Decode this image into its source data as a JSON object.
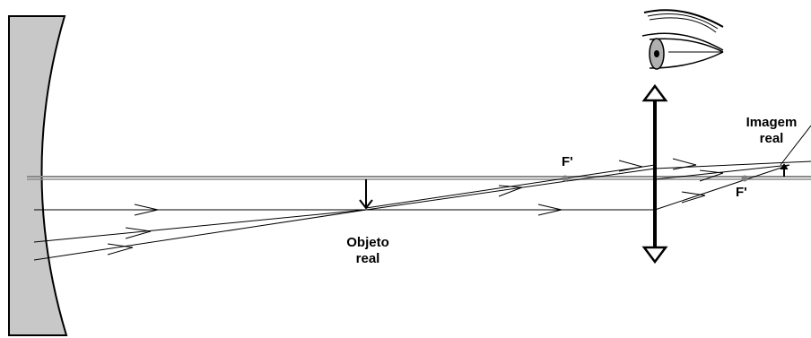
{
  "labels": {
    "objeto_line1": "Objeto",
    "objeto_line2": "real",
    "imagem_line1": "Imagem",
    "imagem_line2": "real",
    "focal_left": "F'",
    "focal_right": "F'"
  },
  "colors": {
    "mirror_fill": "#c8c8c8",
    "optical_axis": "#8a8a8a",
    "ray": "#000000",
    "focal_point": "#808080"
  },
  "icons": [
    "concave-mirror-icon",
    "biconvex-lens-icon",
    "eye-icon",
    "arrow-icon"
  ]
}
